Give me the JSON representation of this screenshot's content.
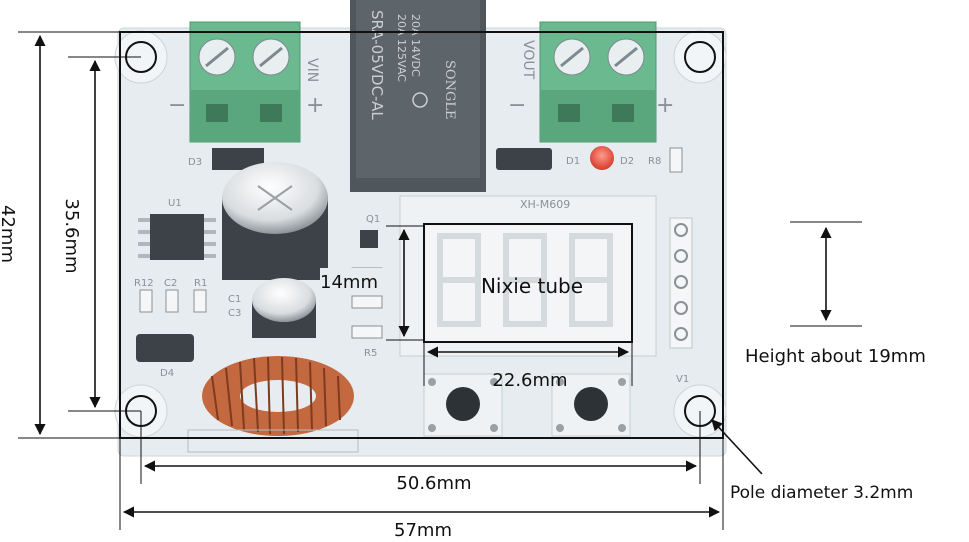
{
  "dimensions": {
    "board_height": "42mm",
    "hole_spacing_vertical": "35.6mm",
    "display_height": "14mm",
    "display_width": "22.6mm",
    "hole_spacing_horizontal": "50.6mm",
    "board_width": "57mm",
    "module_height_note": "Height about 19mm",
    "pole_diameter": "Pole diameter 3.2mm"
  },
  "display": {
    "label": "Nixie tube",
    "digits": "8.8.8"
  },
  "board": {
    "input_terminal_label": "VIN",
    "output_terminal_label": "VOUT",
    "relay_lines": [
      "20A 14VDC",
      "20A 125VAC",
      "SRA-05VDC-AL",
      "SONGLE"
    ],
    "model_silkscreen": "XH-M609",
    "parts": [
      "D3",
      "U1",
      "R12",
      "C2",
      "R1",
      "C1",
      "C3",
      "D4",
      "Q1",
      "R5",
      "D1",
      "D2",
      "R8",
      "V1"
    ]
  },
  "colors": {
    "board": "#e6ecef",
    "terminal": "#6ab98f",
    "dimension_line": "#111111"
  }
}
